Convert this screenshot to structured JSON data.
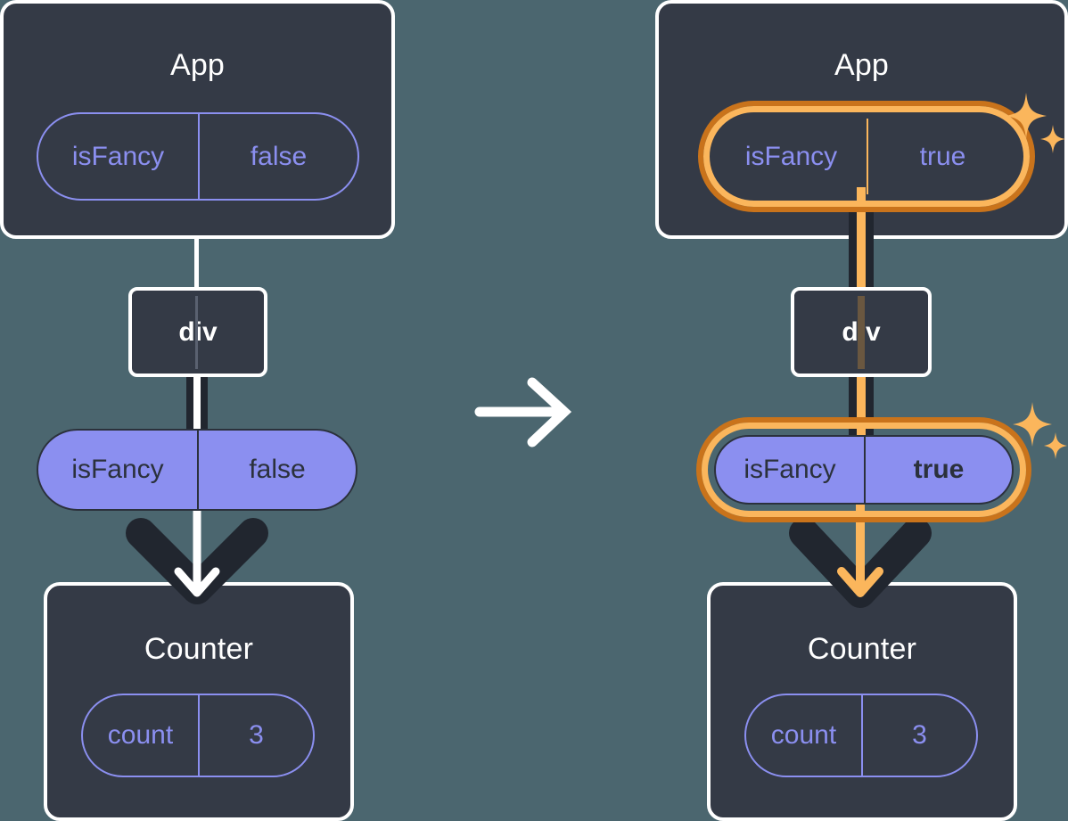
{
  "diagram": {
    "title": "react-state-propagation-diagram",
    "background_color": "#4b666f",
    "panel_color": "#343a46",
    "accent_purple": "#8b8ff0",
    "accent_amber": "#fbb65c",
    "accent_amber_dark": "#c9731b",
    "dark_line": "#21262f"
  },
  "transition": {
    "icon": "arrow-right-icon",
    "label": "→"
  },
  "before": {
    "app": {
      "title": "App",
      "state_pill": {
        "key": "isFancy",
        "value": "false",
        "style": "outline",
        "highlighted": "false"
      }
    },
    "div": {
      "label": "div"
    },
    "prop_pill": {
      "key": "isFancy",
      "value": "false",
      "style": "filled",
      "highlighted": "false"
    },
    "counter": {
      "title": "Counter",
      "state_pill": {
        "key": "count",
        "value": "3",
        "style": "outline",
        "highlighted": "false"
      }
    }
  },
  "after": {
    "app": {
      "title": "App",
      "state_pill": {
        "key": "isFancy",
        "value": "true",
        "style": "outline",
        "highlighted": "true"
      }
    },
    "div": {
      "label": "div"
    },
    "prop_pill": {
      "key": "isFancy",
      "value": "true",
      "style": "filled",
      "highlighted": "true"
    },
    "counter": {
      "title": "Counter",
      "state_pill": {
        "key": "count",
        "value": "3",
        "style": "outline",
        "highlighted": "false"
      }
    },
    "sparkles": [
      {
        "name": "sparkle-app-state"
      },
      {
        "name": "sparkle-prop-pill"
      }
    ]
  }
}
